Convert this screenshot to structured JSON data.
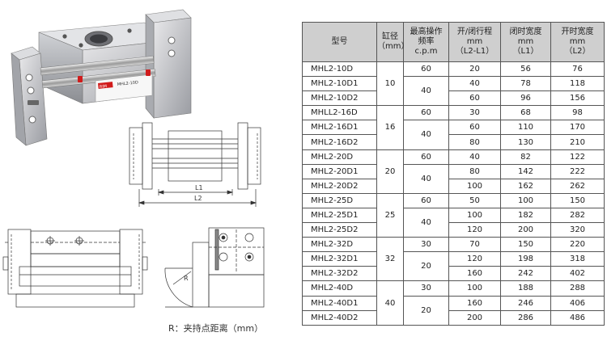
{
  "caption": "R：夹持点距离（mm）",
  "drawing_labels": {
    "l1": "L1",
    "l2": "L2",
    "r": "R"
  },
  "product_label": {
    "brand": "RIM",
    "model": "MHL2-10D"
  },
  "table": {
    "headers": {
      "model": "型号",
      "bore": [
        "缸径",
        "（mm）"
      ],
      "freq": [
        "最高操作",
        "频率",
        "c.p.m"
      ],
      "stroke": [
        "开/闭行程",
        "mm",
        "（L2-L1）"
      ],
      "closed": [
        "闭时宽度",
        "mm",
        "（L1）"
      ],
      "open": [
        "开时宽度",
        "mm",
        "（L2）"
      ]
    },
    "rows": [
      {
        "model": "MHL2-10D",
        "stroke": "20",
        "closed": "56",
        "open": "76"
      },
      {
        "model": "MHL2-10D1",
        "stroke": "40",
        "closed": "78",
        "open": "118"
      },
      {
        "model": "MHL2-10D2",
        "stroke": "60",
        "closed": "96",
        "open": "156"
      },
      {
        "model": "MHLL2-16D",
        "stroke": "30",
        "closed": "68",
        "open": "98"
      },
      {
        "model": "MHL2-16D1",
        "stroke": "60",
        "closed": "110",
        "open": "170"
      },
      {
        "model": "MHL2-16D2",
        "stroke": "80",
        "closed": "130",
        "open": "210"
      },
      {
        "model": "MHL2-20D",
        "stroke": "40",
        "closed": "82",
        "open": "122"
      },
      {
        "model": "MHL2-20D1",
        "stroke": "80",
        "closed": "142",
        "open": "222"
      },
      {
        "model": "MHL2-20D2",
        "stroke": "100",
        "closed": "162",
        "open": "262"
      },
      {
        "model": "MHL2-25D",
        "stroke": "50",
        "closed": "100",
        "open": "150"
      },
      {
        "model": "MHL2-25D1",
        "stroke": "100",
        "closed": "182",
        "open": "282"
      },
      {
        "model": "MHL2-25D2",
        "stroke": "120",
        "closed": "200",
        "open": "320"
      },
      {
        "model": "MHL2-32D",
        "stroke": "70",
        "closed": "150",
        "open": "220"
      },
      {
        "model": "MHL2-32D1",
        "stroke": "120",
        "closed": "198",
        "open": "318"
      },
      {
        "model": "MHL2-32D2",
        "stroke": "160",
        "closed": "242",
        "open": "402"
      },
      {
        "model": "MHL2-40D",
        "stroke": "100",
        "closed": "188",
        "open": "288"
      },
      {
        "model": "MHL2-40D1",
        "stroke": "160",
        "closed": "246",
        "open": "406"
      },
      {
        "model": "MHL2-40D2",
        "stroke": "200",
        "closed": "286",
        "open": "486"
      }
    ],
    "groups": [
      {
        "bore": "10",
        "freq": [
          "60",
          "40"
        ]
      },
      {
        "bore": "16",
        "freq": [
          "60",
          "40"
        ]
      },
      {
        "bore": "20",
        "freq": [
          "60",
          "40"
        ]
      },
      {
        "bore": "25",
        "freq": [
          "60",
          "40"
        ]
      },
      {
        "bore": "32",
        "freq": [
          "30",
          "20"
        ]
      },
      {
        "bore": "40",
        "freq": [
          "30",
          "20"
        ]
      }
    ]
  }
}
